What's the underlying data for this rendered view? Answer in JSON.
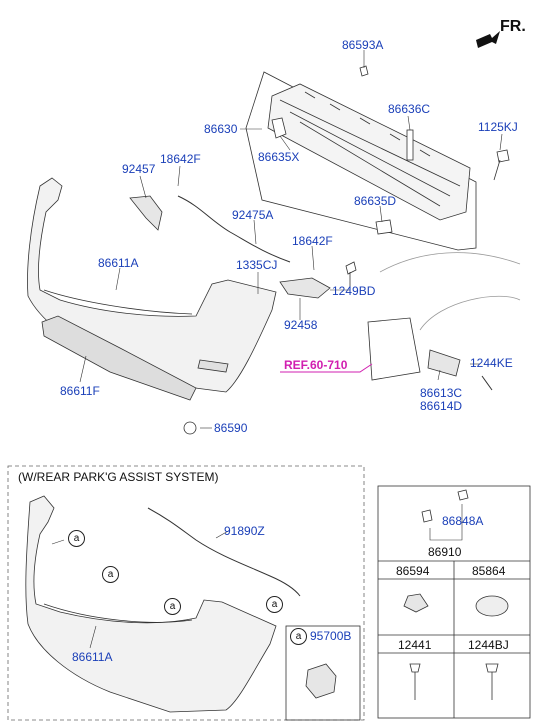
{
  "direction": "FR.",
  "option_title": "(W/REAR PARK'G ASSIST SYSTEM)",
  "circle_marker": "a",
  "ref_label": "REF.60-710",
  "parts": {
    "p86593A": "86593A",
    "p86636C": "86636C",
    "p86630": "86630",
    "p1125KJ": "1125KJ",
    "p86635X": "86635X",
    "p92457": "92457",
    "p18642F_a": "18642F",
    "p86635D": "86635D",
    "p92475A": "92475A",
    "p18642F_b": "18642F",
    "p86611A_top": "86611A",
    "p1335CJ": "1335CJ",
    "p1249BD": "1249BD",
    "p92458": "92458",
    "p1244KE": "1244KE",
    "p86613C": "86613C",
    "p86614D": "86614D",
    "p86611F": "86611F",
    "p86590": "86590",
    "p91890Z": "91890Z",
    "p86611A_bottom": "86611A",
    "p95700B": "95700B",
    "p86848A": "86848A",
    "p86910": "86910",
    "p86594": "86594",
    "p85864": "85864",
    "p12441": "12441",
    "p1244BJ": "1244BJ"
  }
}
